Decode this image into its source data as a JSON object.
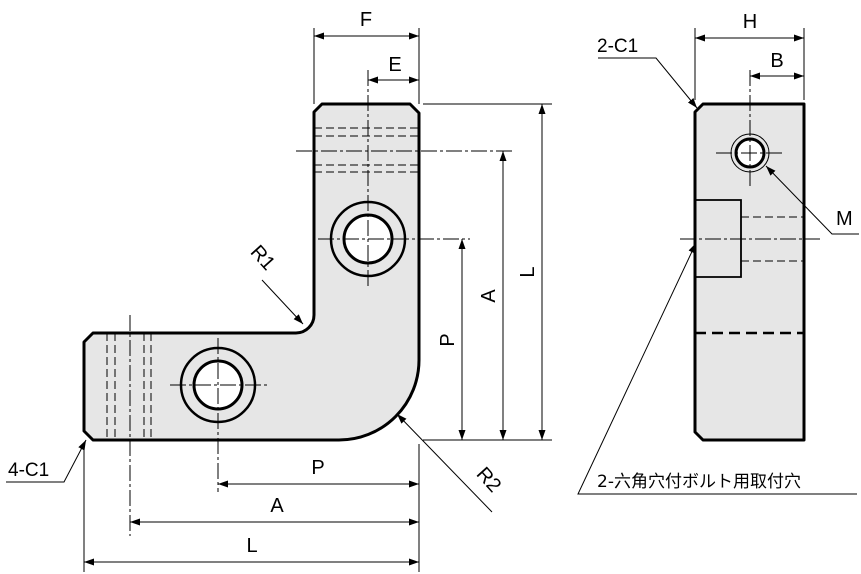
{
  "labels": {
    "F": "F",
    "E": "E",
    "H": "H",
    "B": "B",
    "chamfer_side": "2-C1",
    "chamfer_front": "4-C1",
    "R1": "R1",
    "R2": "R2",
    "A_vertical": "A",
    "L_vertical": "L",
    "P_vertical": "P",
    "P_horizontal": "P",
    "A_horizontal": "A",
    "L_horizontal": "L",
    "M": "M",
    "bolt_hole_note": "2-六角穴付ボルト用取付穴"
  }
}
